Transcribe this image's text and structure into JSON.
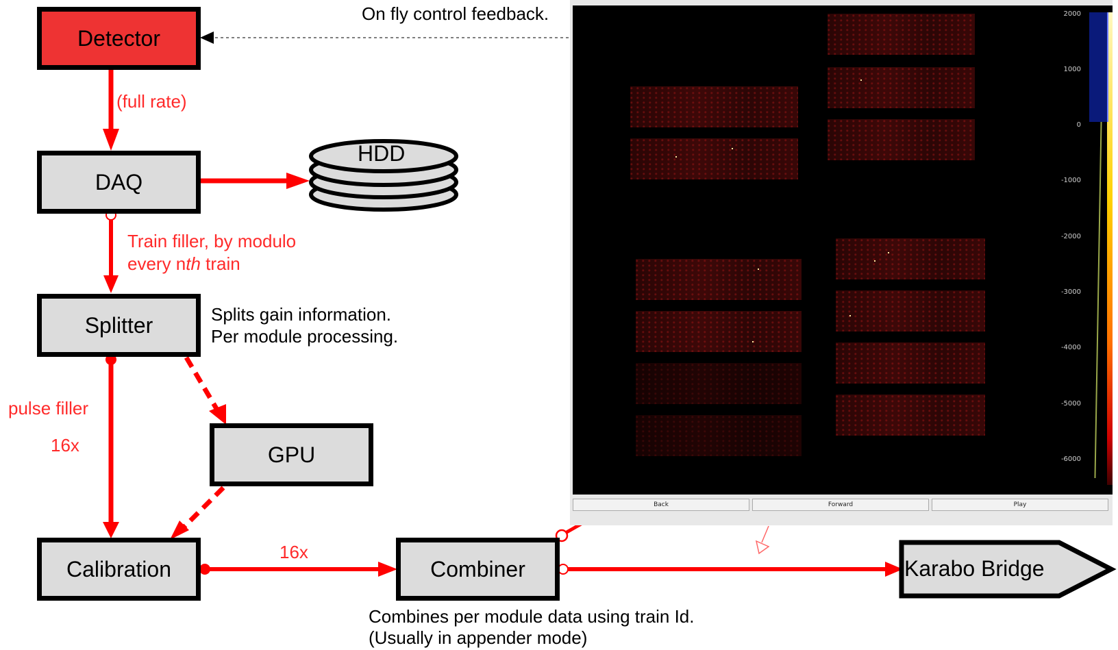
{
  "nodes": {
    "detector": "Detector",
    "daq": "DAQ",
    "hdd": "HDD",
    "splitter": "Splitter",
    "gpu": "GPU",
    "calibration": "Calibration",
    "combiner": "Combiner",
    "karabo_bridge": "Karabo Bridge"
  },
  "annotations": {
    "feedback": "On fly control feedback.",
    "full_rate": "(full rate)",
    "train_filler_1": "Train filler, by modulo",
    "train_filler_2a": "every n",
    "train_filler_2b": "th",
    "train_filler_2c": " train",
    "splits_1": "Splits gain information.",
    "splits_2": "Per module processing.",
    "pulse_filler": "pulse filler",
    "x16_left": "16x",
    "x16_mid": "16x",
    "combines_1": "Combines per module data using train Id.",
    "combines_2": "(Usually in appender mode)"
  },
  "viewer": {
    "buttons": [
      "Back",
      "Forward",
      "Play"
    ],
    "colorbar_ticks": [
      "2000",
      "1000",
      "0",
      "-1000",
      "-2000",
      "-3000",
      "-4000",
      "-5000",
      "-6000"
    ]
  },
  "colors": {
    "accent_red": "#ff0000",
    "detector_fill": "#ee3333",
    "box_fill": "#dcdcdc"
  }
}
